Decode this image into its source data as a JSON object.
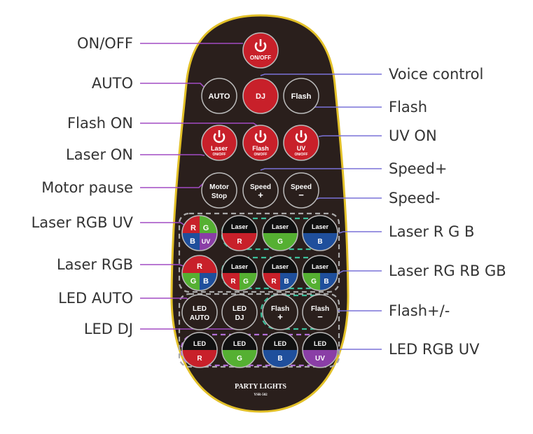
{
  "colors": {
    "red": "#c8202a",
    "green": "#55b032",
    "blue": "#1f4f9c",
    "purple": "#8a3ea6",
    "body": "#2a1f1c",
    "rim": "#e2c028",
    "left_line": "#a24cc4",
    "right_line": "#7a72d8"
  },
  "remote": {
    "brand": "PARTY LIGHTS",
    "model": "YSR-502"
  },
  "labels_left": [
    {
      "id": "on-off",
      "text": "ON/OFF"
    },
    {
      "id": "auto",
      "text": "AUTO"
    },
    {
      "id": "flash-on",
      "text": "Flash ON"
    },
    {
      "id": "laser-on",
      "text": "Laser ON"
    },
    {
      "id": "motor-pause",
      "text": "Motor pause"
    },
    {
      "id": "laser-rgb-uv",
      "text": "Laser RGB UV"
    },
    {
      "id": "laser-rgb",
      "text": "Laser RGB"
    },
    {
      "id": "led-auto",
      "text": "LED AUTO"
    },
    {
      "id": "led-dj",
      "text": "LED DJ"
    }
  ],
  "labels_right": [
    {
      "id": "voice-control",
      "text": "Voice control"
    },
    {
      "id": "flash",
      "text": "Flash"
    },
    {
      "id": "uv-on",
      "text": "UV ON"
    },
    {
      "id": "speed-plus",
      "text": "Speed+"
    },
    {
      "id": "speed-minus",
      "text": "Speed-"
    },
    {
      "id": "laser-r-g-b",
      "text": "Laser R G B"
    },
    {
      "id": "laser-rg-rb-gb",
      "text": "Laser RG RB GB"
    },
    {
      "id": "flash-plus-minus",
      "text": "Flash+/-"
    },
    {
      "id": "led-rgb-uv",
      "text": "LED RGB UV"
    }
  ],
  "buttons": [
    {
      "id": "on-off",
      "kind": "power",
      "main": "",
      "sub": "ON/OFF"
    },
    {
      "id": "auto",
      "kind": "dark",
      "main": "AUTO"
    },
    {
      "id": "dj",
      "kind": "red",
      "main": "DJ"
    },
    {
      "id": "flash",
      "kind": "dark",
      "main": "Flash"
    },
    {
      "id": "laser-on-off",
      "kind": "power",
      "main": "Laser",
      "sub": "ON/OFF"
    },
    {
      "id": "flash-on-off",
      "kind": "power",
      "main": "Flash",
      "sub": "ON/OFF"
    },
    {
      "id": "uv-on-off",
      "kind": "power",
      "main": "UV",
      "sub": "ON/OFF"
    },
    {
      "id": "motor-stop",
      "kind": "dark",
      "main": "Motor",
      "sub2": "Stop"
    },
    {
      "id": "speed-plus",
      "kind": "dark",
      "main": "Speed",
      "sub2": "+"
    },
    {
      "id": "speed-minus",
      "kind": "dark",
      "main": "Speed",
      "sub2": "−"
    },
    {
      "id": "laser-rgbuv",
      "kind": "quad",
      "parts": [
        "R",
        "G",
        "B",
        "UV"
      ]
    },
    {
      "id": "laser-r",
      "kind": "split",
      "main": "Laser",
      "parts": [
        "R"
      ],
      "fills": [
        "red"
      ]
    },
    {
      "id": "laser-g",
      "kind": "split",
      "main": "Laser",
      "parts": [
        "G"
      ],
      "fills": [
        "green"
      ]
    },
    {
      "id": "laser-b",
      "kind": "split",
      "main": "Laser",
      "parts": [
        "B"
      ],
      "fills": [
        "blue"
      ]
    },
    {
      "id": "laser-rgb-all",
      "kind": "tri",
      "parts": [
        "R",
        "G",
        "B"
      ]
    },
    {
      "id": "laser-rg",
      "kind": "split",
      "main": "Laser",
      "parts": [
        "R",
        "G"
      ],
      "fills": [
        "red",
        "green"
      ]
    },
    {
      "id": "laser-rb",
      "kind": "split",
      "main": "Laser",
      "parts": [
        "R",
        "B"
      ],
      "fills": [
        "red",
        "blue"
      ]
    },
    {
      "id": "laser-gb",
      "kind": "split",
      "main": "Laser",
      "parts": [
        "G",
        "B"
      ],
      "fills": [
        "green",
        "blue"
      ]
    },
    {
      "id": "led-auto",
      "kind": "dark",
      "main": "LED",
      "sub2": "AUTO"
    },
    {
      "id": "led-dj",
      "kind": "dark",
      "main": "LED",
      "sub2": "DJ"
    },
    {
      "id": "flash-plus",
      "kind": "dark",
      "main": "Flash",
      "sub2": "+"
    },
    {
      "id": "flash-minus",
      "kind": "dark",
      "main": "Flash",
      "sub2": "−"
    },
    {
      "id": "led-r",
      "kind": "split",
      "main": "LED",
      "parts": [
        "R"
      ],
      "fills": [
        "red"
      ]
    },
    {
      "id": "led-g",
      "kind": "split",
      "main": "LED",
      "parts": [
        "G"
      ],
      "fills": [
        "green"
      ]
    },
    {
      "id": "led-b",
      "kind": "split",
      "main": "LED",
      "parts": [
        "B"
      ],
      "fills": [
        "blue"
      ]
    },
    {
      "id": "led-uv",
      "kind": "split",
      "main": "LED",
      "parts": [
        "UV"
      ],
      "fills": [
        "purple"
      ]
    }
  ]
}
